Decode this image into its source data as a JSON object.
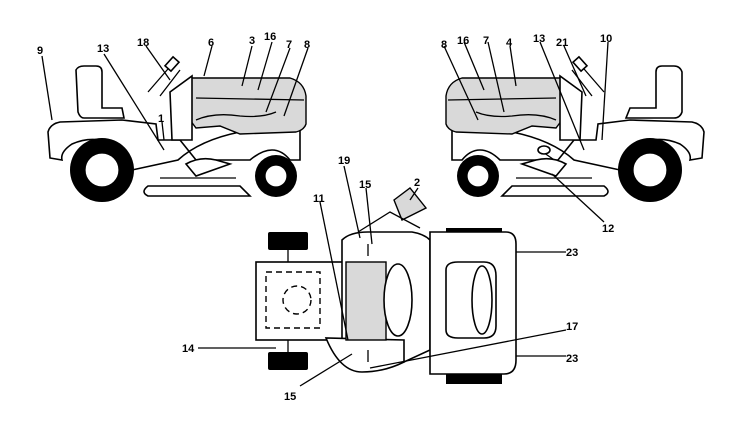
{
  "callouts": {
    "c9": "9",
    "c13_left": "13",
    "c18_left": "18",
    "c6": "6",
    "c3": "3",
    "c16_left": "16",
    "c7_left": "7",
    "c8_left": "8",
    "c1": "1",
    "c8_right": "8",
    "c16_right": "16",
    "c7_right": "7",
    "c4": "4",
    "c13_right": "13",
    "c21": "21",
    "c10": "10",
    "c12": "12",
    "c19": "19",
    "c15_top": "15",
    "c2": "2",
    "c11": "11",
    "c23_top": "23",
    "c14": "14",
    "c17": "17",
    "c23_bottom": "23",
    "c15_bottom": "15"
  },
  "colors": {
    "line": "#000000",
    "decal_shade": "#d9d9d9",
    "background": "#ffffff"
  }
}
